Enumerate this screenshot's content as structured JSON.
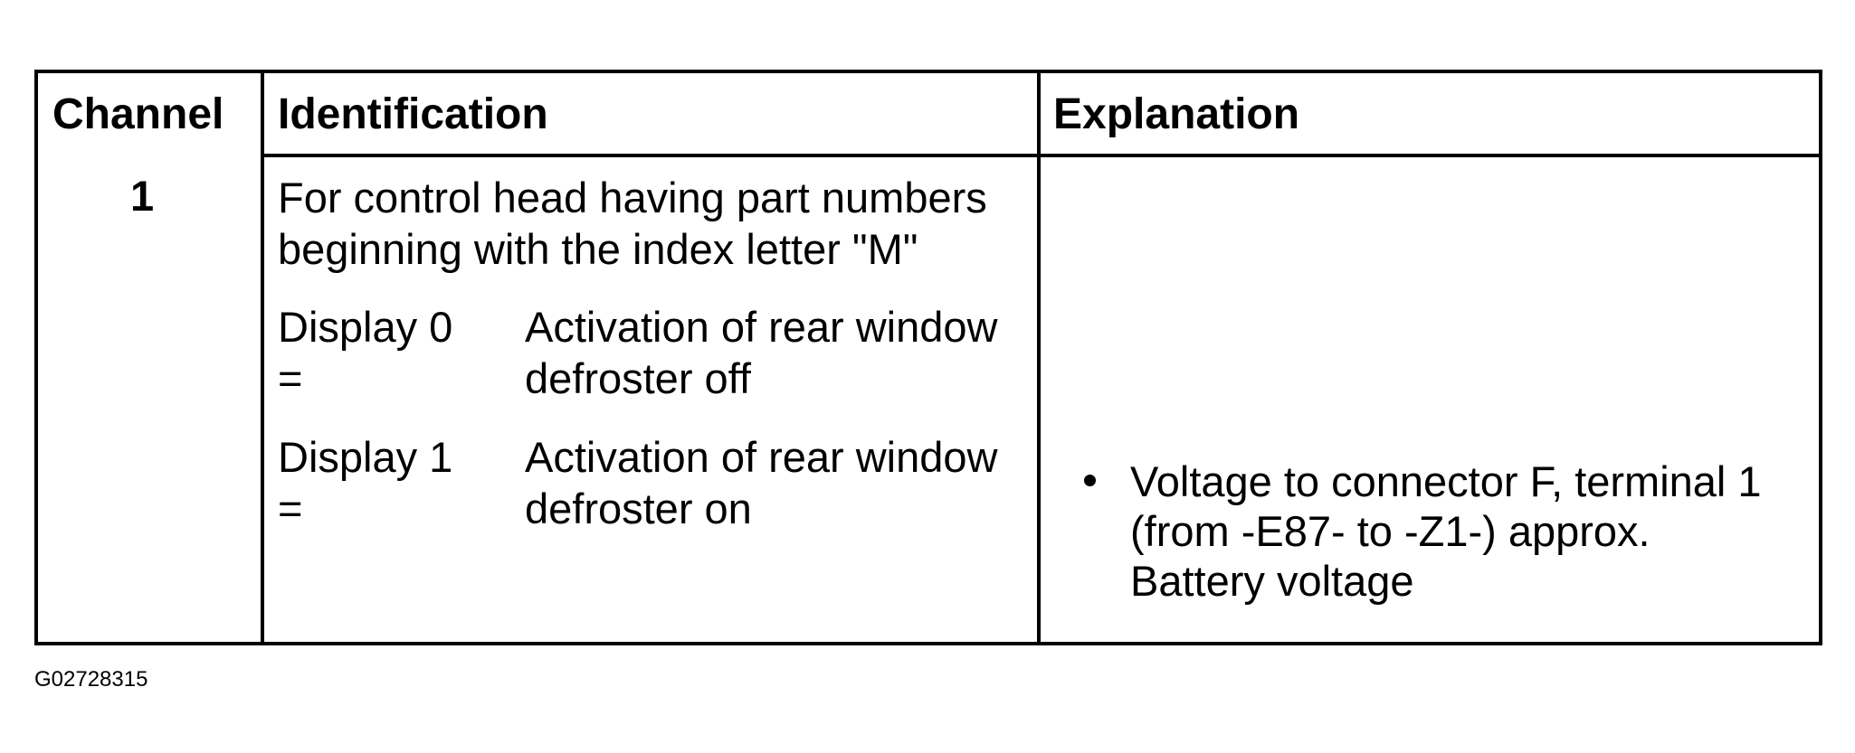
{
  "table": {
    "headers": {
      "channel": "Channel",
      "identification": "Identification",
      "explanation": "Explanation"
    },
    "row": {
      "channel": "1",
      "identification_intro": [
        "For control head having part numbers",
        "beginning with the index letter \"M\""
      ],
      "displays": [
        {
          "label": [
            "Display 0",
            "="
          ],
          "description": [
            "Activation of rear window",
            "defroster off"
          ]
        },
        {
          "label": [
            "Display 1",
            "="
          ],
          "description": [
            "Activation of rear window",
            "defroster on"
          ]
        }
      ],
      "explanation_bullet": [
        "Voltage to connector F, terminal 1",
        "(from -E87- to -Z1-) approx.",
        "Battery voltage"
      ]
    }
  },
  "figure_id": "G02728315"
}
